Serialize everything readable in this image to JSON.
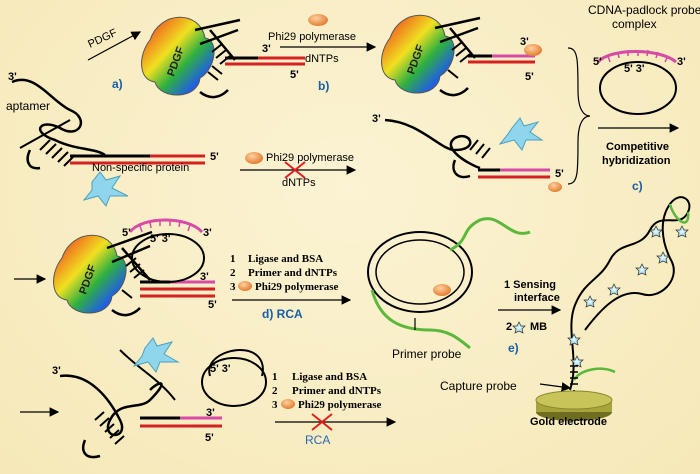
{
  "labels": {
    "three_prime": "3'",
    "five_prime": "5'",
    "five_three": "5' 3'",
    "aptamer": "aptamer",
    "pdgf": "PDGF",
    "pdgf_arrow": "PDGF",
    "nonspecific": "Non-specific protein",
    "phi29": "Phi29 polymerase",
    "dntps": "dNTPs",
    "cdna_title_1": "CDNA-padlock probe",
    "cdna_title_2": "complex",
    "competitive_1": "Competitive",
    "competitive_2": "hybridization",
    "ligase": "Ligase and BSA",
    "primer_dntps": "Primer and dNTPs",
    "phi29_short": "Phi29 polymerase",
    "n1": "1",
    "n2": "2",
    "n3": "3",
    "rca": "RCA",
    "d_rca": "d) RCA",
    "primer_probe": "Primer probe",
    "sensing_1": "1 Sensing",
    "sensing_2": "interface",
    "mb_2": "2",
    "mb": "MB",
    "capture_probe": "Capture probe",
    "gold_electrode": "Gold electrode"
  },
  "steps": {
    "a": "a)",
    "b": "b)",
    "c": "c)",
    "e": "e)"
  },
  "colors": {
    "red_strand": "#d42020",
    "pink_strand": "#d84aa8",
    "green_strand": "#5cb83a",
    "polymerase": "#e88a3a",
    "electrode": "#a6a43a"
  }
}
